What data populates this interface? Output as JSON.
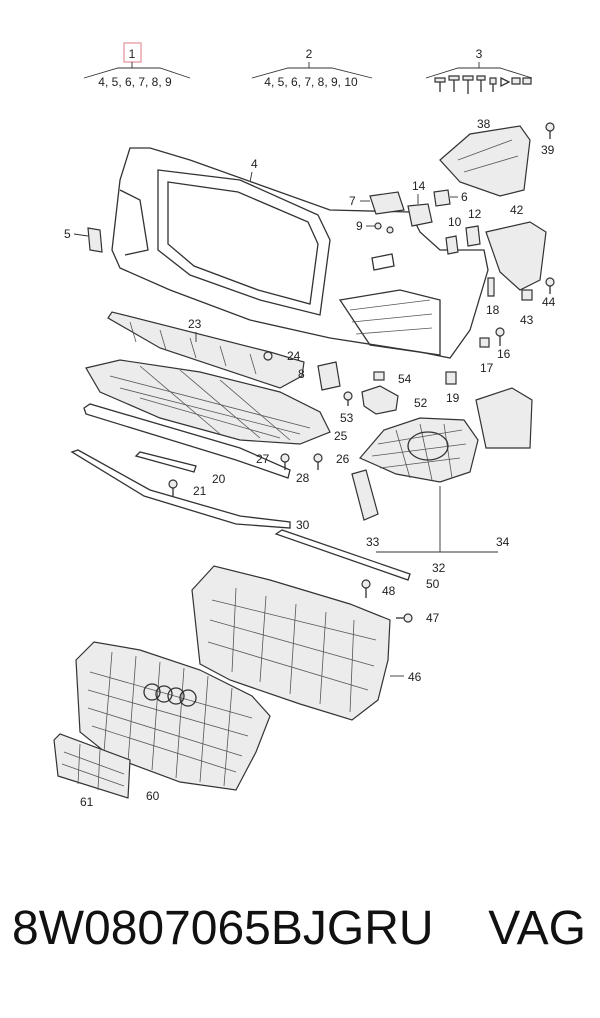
{
  "callouts": [
    {
      "id": "1",
      "label": "1"
    },
    {
      "id": "1s",
      "label": "4, 5, 6, 7, 8, 9"
    },
    {
      "id": "2",
      "label": "2"
    },
    {
      "id": "2s",
      "label": "4, 5, 6, 7, 8, 9, 10"
    },
    {
      "id": "3",
      "label": "3"
    },
    {
      "id": "4",
      "label": "4"
    },
    {
      "id": "5",
      "label": "5"
    },
    {
      "id": "6",
      "label": "6"
    },
    {
      "id": "7",
      "label": "7"
    },
    {
      "id": "8",
      "label": "8"
    },
    {
      "id": "9",
      "label": "9"
    },
    {
      "id": "10",
      "label": "10"
    },
    {
      "id": "12",
      "label": "12"
    },
    {
      "id": "14",
      "label": "14"
    },
    {
      "id": "16",
      "label": "16"
    },
    {
      "id": "17",
      "label": "17"
    },
    {
      "id": "18",
      "label": "18"
    },
    {
      "id": "19",
      "label": "19"
    },
    {
      "id": "20",
      "label": "20"
    },
    {
      "id": "21",
      "label": "21"
    },
    {
      "id": "23",
      "label": "23"
    },
    {
      "id": "24",
      "label": "24"
    },
    {
      "id": "25",
      "label": "25"
    },
    {
      "id": "26",
      "label": "26"
    },
    {
      "id": "27",
      "label": "27"
    },
    {
      "id": "28",
      "label": "28"
    },
    {
      "id": "30",
      "label": "30"
    },
    {
      "id": "32",
      "label": "32"
    },
    {
      "id": "33",
      "label": "33"
    },
    {
      "id": "34",
      "label": "34"
    },
    {
      "id": "38",
      "label": "38"
    },
    {
      "id": "39",
      "label": "39"
    },
    {
      "id": "42",
      "label": "42"
    },
    {
      "id": "43",
      "label": "43"
    },
    {
      "id": "44",
      "label": "44"
    },
    {
      "id": "46",
      "label": "46"
    },
    {
      "id": "47",
      "label": "47"
    },
    {
      "id": "48",
      "label": "48"
    },
    {
      "id": "50",
      "label": "50"
    },
    {
      "id": "52",
      "label": "52"
    },
    {
      "id": "53",
      "label": "53"
    },
    {
      "id": "54",
      "label": "54"
    },
    {
      "id": "60",
      "label": "60"
    },
    {
      "id": "61",
      "label": "61"
    }
  ],
  "highlight_color": "#e8a0a8",
  "footer": {
    "part_number": "8W0807065BJGRU",
    "brand": "VAG"
  }
}
